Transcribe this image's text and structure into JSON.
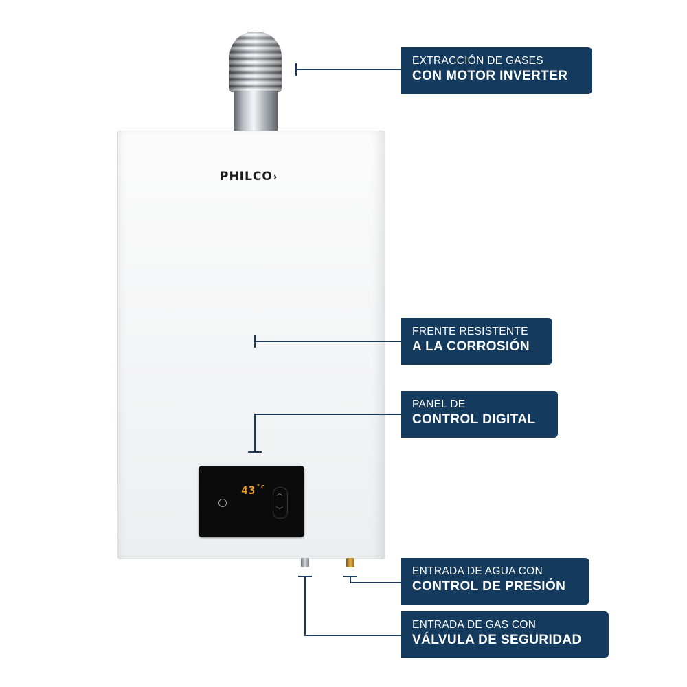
{
  "product": {
    "brand": "PHILCO",
    "brand_mark": "›",
    "display_temperature": "43",
    "display_unit": "°c"
  },
  "callouts": [
    {
      "id": "exhaust",
      "line1": "EXTRACCIÓN DE GASES",
      "line2": "CON MOTOR INVERTER"
    },
    {
      "id": "front",
      "line1": "FRENTE RESISTENTE",
      "line2": "A LA CORROSIÓN"
    },
    {
      "id": "panel",
      "line1": "PANEL DE",
      "line2": "CONTROL DIGITAL"
    },
    {
      "id": "water",
      "line1": "ENTRADA DE AGUA CON",
      "line2": "CONTROL DE PRESIÓN"
    },
    {
      "id": "gas",
      "line1": "ENTRADA DE GAS CON",
      "line2": "VÁLVULA DE SEGURIDAD"
    }
  ],
  "colors": {
    "label_background": "#143a5e",
    "line_color": "#1b3a5c",
    "display_digits": "#f0a020"
  }
}
